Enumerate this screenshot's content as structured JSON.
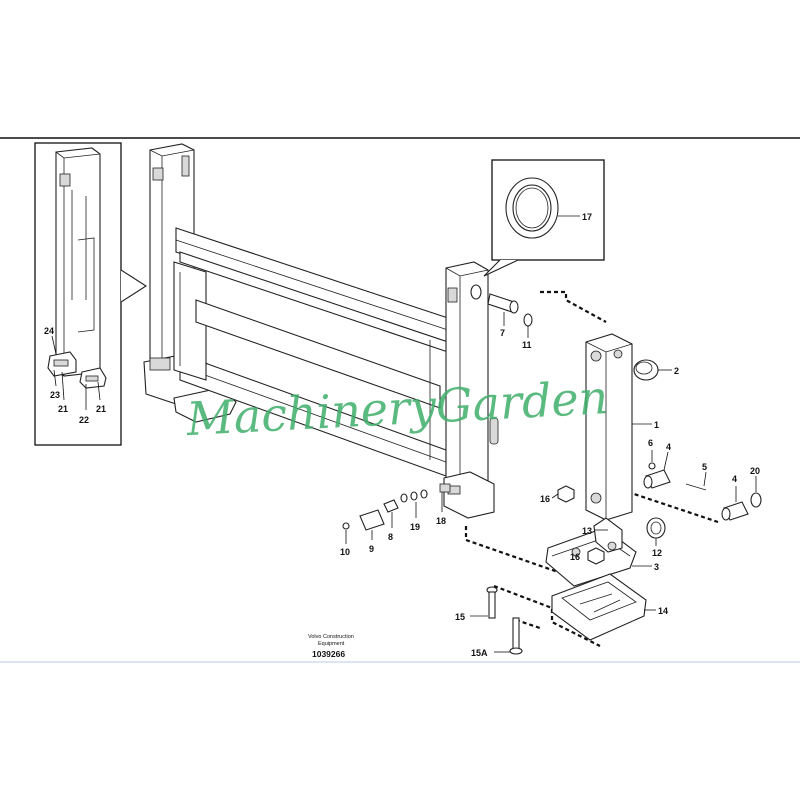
{
  "diagram": {
    "part_labels": {
      "l1": "1",
      "l2": "2",
      "l3": "3",
      "l4a": "4",
      "l4b": "4",
      "l5": "5",
      "l6": "6",
      "l7": "7",
      "l8": "8",
      "l9": "9",
      "l10": "10",
      "l11": "11",
      "l12": "12",
      "l13": "13",
      "l14": "14",
      "l15": "15",
      "l15a": "15A",
      "l16a": "16",
      "l16b": "16",
      "l17": "17",
      "l18": "18",
      "l19": "19",
      "l20": "20",
      "l21a": "21",
      "l21b": "21",
      "l22": "22",
      "l23": "23",
      "l24": "24"
    },
    "publisher_line1": "Volvo Construction",
    "publisher_line2": "Equipment",
    "document_number": "1039266",
    "watermark": "MachineryGarden"
  },
  "colors": {
    "watermark": "#3fae6a",
    "line": "#222222",
    "divider_blue": "#c8d8e8"
  }
}
